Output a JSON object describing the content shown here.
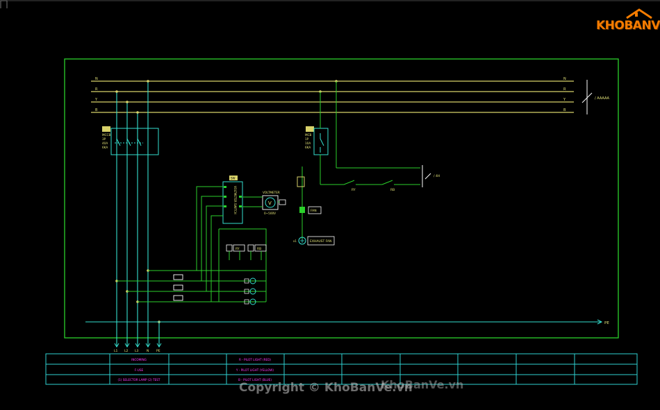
{
  "logo": {
    "text": "KHOBANVE"
  },
  "watermarks": {
    "copyright": "Copyright © KhoBanVe.vn",
    "site": "KhoBanVe.vn"
  },
  "colors": {
    "frame": "#2bd12b",
    "bus": "#d8d26a",
    "wire": "#35e0d0",
    "label": "#e6e67a",
    "table": "#2fd2d2",
    "table_text": "#ff3cff"
  },
  "diagram": {
    "bus_labels_left": [
      "N",
      "R",
      "Y",
      "B"
    ],
    "bus_labels_right": [
      "N",
      "R",
      "Y",
      "B"
    ],
    "incoming_label": "/ AAAAA",
    "main_breaker": [
      "MCCB",
      "3P",
      "40A",
      "6KA"
    ],
    "aux_breaker": [
      "MCB",
      "1P",
      "10A",
      "6KA"
    ],
    "switch_label": "SW",
    "rotary_switch_text": "VOLTMETER SWITCH",
    "voltmeter_label": "VOLTMETER",
    "voltmeter_symbol": "V",
    "voltmeter_range": "0~500V",
    "relay_labels": [
      "RY",
      "RB"
    ],
    "relay_boxes": [
      "RY",
      "RB"
    ],
    "fan_label": "FAN",
    "exhaust_label": "EXHAUST FAN",
    "lamp_symbol": "N",
    "pe_label": "PE",
    "bottom_terminals": [
      "L1",
      "L2",
      "L3",
      "N",
      "PE"
    ],
    "control_label": "/ 4H"
  },
  "title_block": {
    "col2": [
      "INCOMING",
      "F-USE",
      "(1) SELECTOR LAMP (2) TEST"
    ],
    "col4": [
      "R - PILOT LIGHT (RED)",
      "Y - PILOT LIGHT (YELLOW)",
      "B - PILOT LIGHT (BLUE)"
    ]
  }
}
